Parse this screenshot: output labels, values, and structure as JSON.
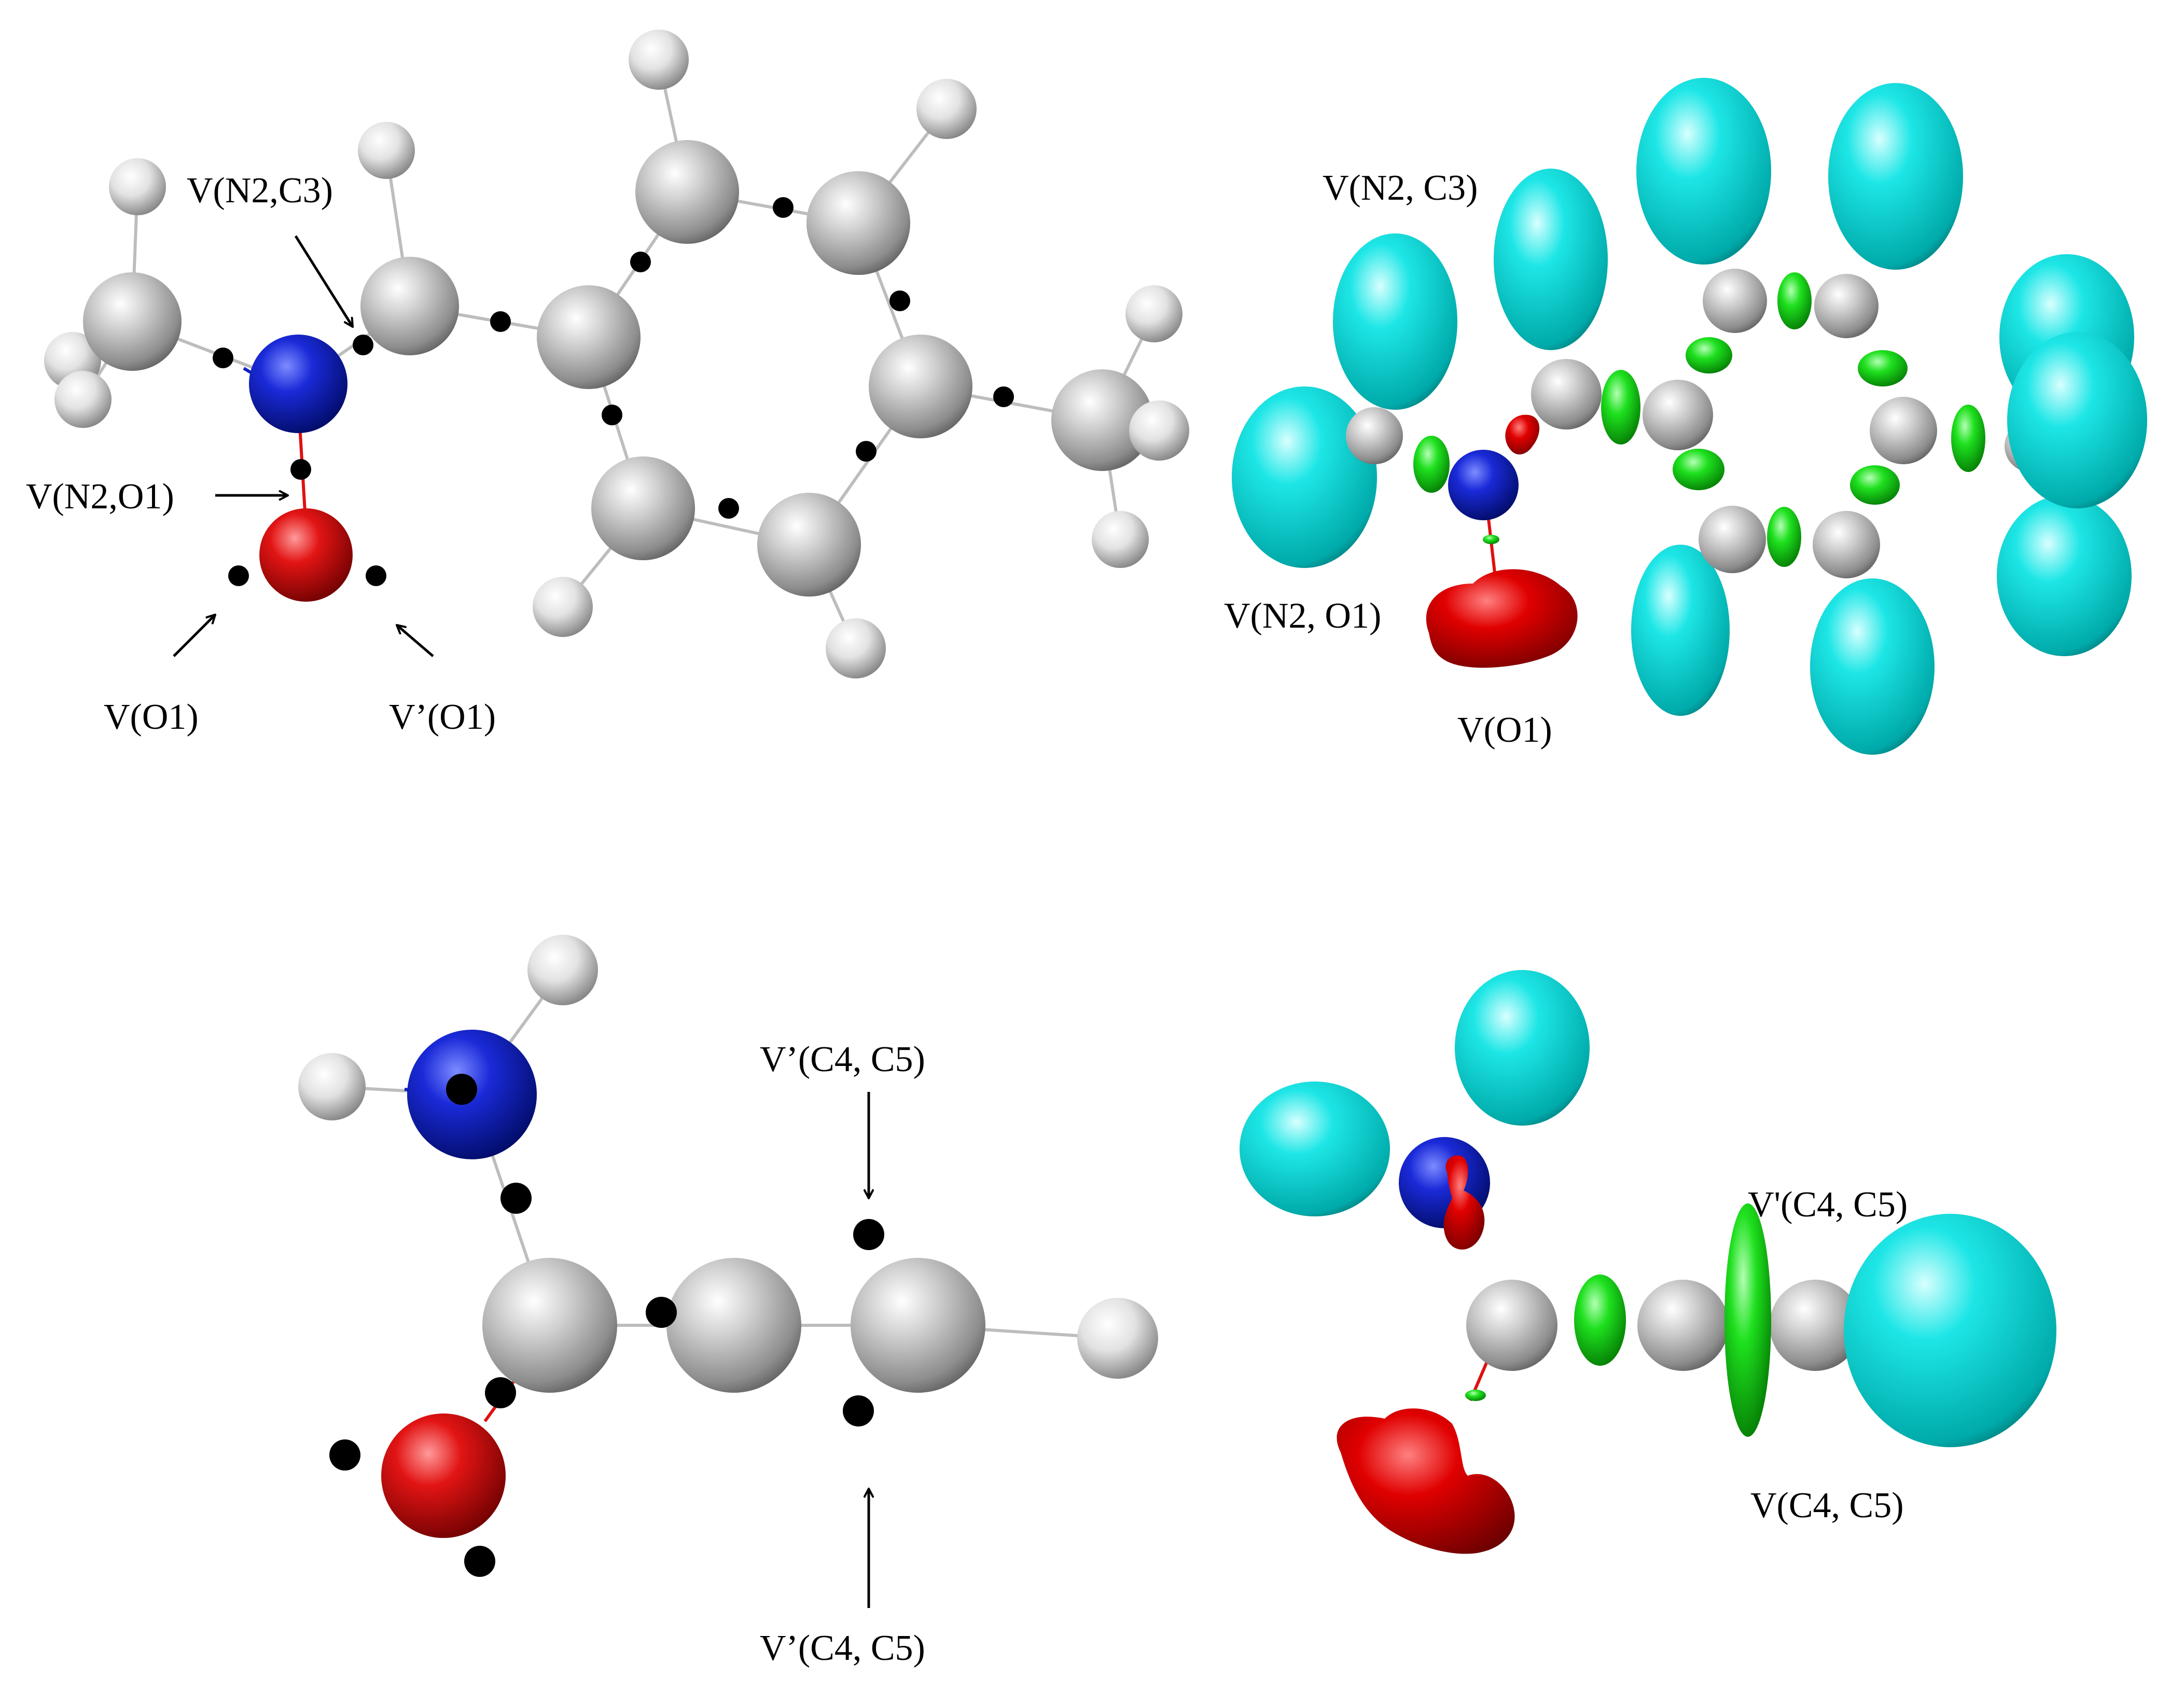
{
  "colors": {
    "background": "#ffffff",
    "carbon": "#b8b8b8",
    "hydrogen": "#d9d9d9",
    "nitrogen": "#1020c0",
    "oxygen": "#e01010",
    "basin_hydrogen": "#00dede",
    "basin_bond": "#00cc00",
    "basin_lone_pair": "#dd0000",
    "attractor": "#000000",
    "bond_line": "#bdbdbd"
  },
  "labels": {
    "top_left": {
      "n2_c3": "V(N2,C3)",
      "n2_o1": "V(N2,O1)",
      "o1": "V(O1)",
      "o1_prime": "V’(O1)"
    },
    "top_right": {
      "n2_c3": "V(N2, C3)",
      "n2_o1": "V(N2, O1)",
      "o1": "V(O1)"
    },
    "bottom_left": {
      "c4_c5_prime_top": "V’(C4, C5)",
      "c4_c5_prime_bottom": "V’(C4, C5)"
    },
    "bottom_right": {
      "c4_c5_prime": "V'(C4, C5)",
      "c4_c5": "V(C4, C5)"
    }
  }
}
